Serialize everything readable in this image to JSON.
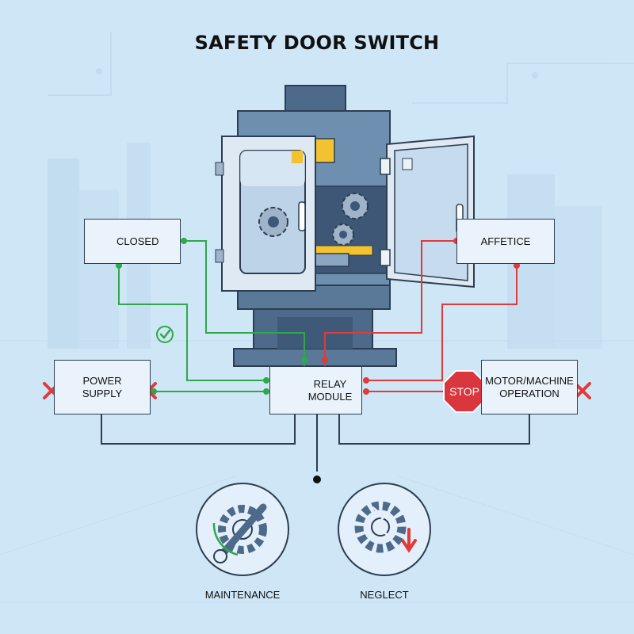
{
  "title": "SAFETY DOOR SWITCH",
  "boxes": {
    "closed": "CLOSED",
    "affetice": "AFFETICE",
    "power_supply_line1": "POWER",
    "power_supply_line2": "SUPPLY",
    "relay_line1": "RELAY",
    "relay_line2": "MODULE",
    "motor_line1": "MOTOR/MACHINE",
    "motor_line2": "OPERATION"
  },
  "stop_sign": "STOP",
  "bottom": {
    "maintenance": "MAINTENANCE",
    "neglect": "NEGLECT"
  },
  "colors": {
    "background": "#cfe6f6",
    "ok_line": "#2ea84a",
    "fault_line": "#e03a3a",
    "neutral_line": "#2c3e50",
    "machine_body": "#6f8fb0",
    "stop": "#d9363e"
  },
  "icons": [
    "check-icon",
    "cross-icon",
    "relay-switch-icon",
    "stop-sign-icon",
    "wrench-gear-icon",
    "broken-gear-icon"
  ]
}
